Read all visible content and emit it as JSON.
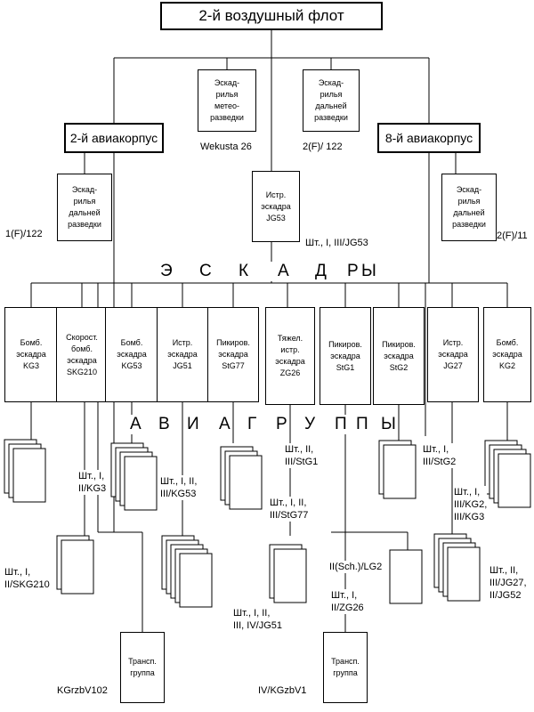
{
  "title": "2-й воздушный флот",
  "corps": {
    "left": "2-й авиакорпус",
    "right": "8-й авиакорпус"
  },
  "top_squadrons": {
    "weather": "Эскад-\nрилья\nметео-\nразведки",
    "recon_top": "Эскад-\nрилья\nдальней\nразведки",
    "recon_left": "Эскад-\nрилья\nдальней\nразведки",
    "recon_right": "Эскад-\nрилья\nдальней\nразведки",
    "fighter_jg53": "Истр.\nэскадра\nJG53"
  },
  "top_labels": {
    "weather": "Wekusta 26",
    "recon_top": "2(F)/ 122",
    "recon_left": "1(F)/122",
    "recon_right": "2(F)/11",
    "jg53": "Шт., I, III/JG53"
  },
  "section_eskadry": "ЭСКАДРЫ",
  "section_aviagruppy": "АВИАГРУППЫ",
  "eskadry": [
    "Бомб.\nэскадра\nKG3",
    "Скорост.\nбомб.\nэскадра\nSKG210",
    "Бомб.\nэскадра\nKG53",
    "Истр.\nэскадра\nJG51",
    "Пикиров.\nэскадра\nStG77",
    "Тяжел.\nистр.\nэскадра\nZG26",
    "Пикиров.\nэскадра\nStG1",
    "Пикиров.\nэскадра\nStG2",
    "Истр.\nэскадра\nJG27",
    "Бомб.\nэскадра\nKG2"
  ],
  "group_labels": {
    "kg3": "Шт., I,\nII/KG3",
    "skg210": "Шт., I,\nII/SKG210",
    "kg53": "Шт., I, II,\nIII/KG53",
    "jg51": "Шт., I, II,\nIII, IV/JG51",
    "stg1": "Шт., II,\nIII/StG1",
    "stg77": "Шт., I, II,\nIII/StG77",
    "stg2": "Шт., I,\nIII/StG2",
    "kg2_kg3": "Шт., I,\nIII/KG2,\nIII/KG3",
    "jg27_jg52": "Шт., II,\nIII/JG27,\nII/JG52",
    "lg2": "II(Sch.)/LG2",
    "zg26": "Шт., I,\nII/ZG26"
  },
  "transport": {
    "left_box": "Трансп.\nгруппа",
    "right_box": "Трансп.\nгруппа",
    "left_label": "KGrzbV102",
    "right_label": "IV/KGzbV1"
  }
}
